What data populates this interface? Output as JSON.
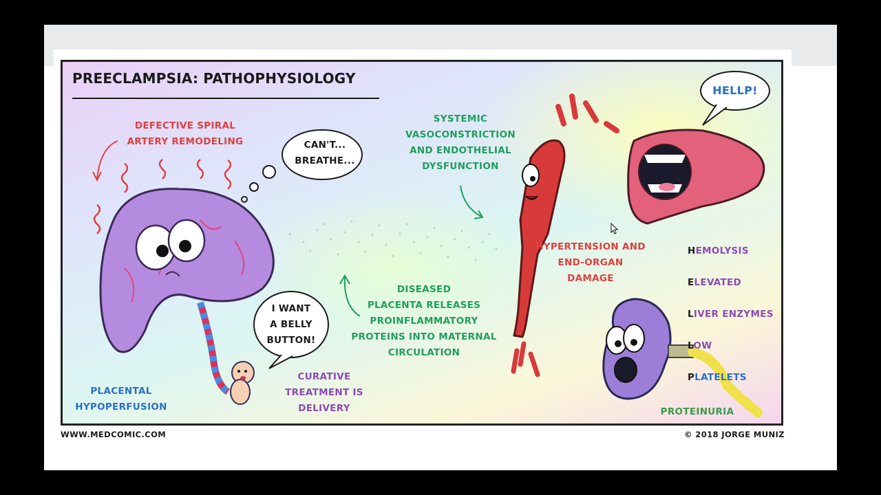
{
  "title": "PREECLAMPSIA: PATHOPHYSIOLOGY",
  "labels": {
    "spiral": "DEFECTIVE SPIRAL\nARTERY REMODELING",
    "cant_breathe": "CAN'T...\nBREATHE...",
    "systemic": "SYSTEMIC\nVASOCONSTRICTION\nAND ENDOTHELIAL\nDYSFUNCTION",
    "hellp_bubble": "HELLP!",
    "hypertension": "HYPERTENSION AND\nEND-ORGAN\nDAMAGE",
    "diseased": "DISEASED\nPLACENTA RELEASES\nPROINFLAMMATORY\nPROTEINS INTO MATERNAL\nCIRCULATION",
    "belly": "I WANT\nA BELLY\nBUTTON!",
    "curative": "CURATIVE\nTREATMENT IS\nDELIVERY",
    "placental": "PLACENTAL\nHYPOPERFUSION",
    "proteinuria": "PROTEINURIA"
  },
  "hellp_list": [
    {
      "initial": "H",
      "rest": "EMOLYSIS"
    },
    {
      "initial": "E",
      "rest": "LEVATED"
    },
    {
      "initial": "L",
      "rest": "IVER ENZYMES"
    },
    {
      "initial": "L",
      "rest": "OW"
    },
    {
      "initial": "P",
      "rest": "LATELETS"
    }
  ],
  "footer": {
    "website": "WWW.MEDCOMIC.COM",
    "copyright": "© 2018 JORGE MUNIZ"
  },
  "colors": {
    "red_text": "#e04040",
    "green_text": "#1f9e5e",
    "blue_text": "#2a6fc9",
    "purple_text": "#8b4bb8"
  },
  "icons": {
    "placenta": "placenta-illustration",
    "artery": "blood-vessel-illustration",
    "liver": "liver-illustration",
    "kidney": "kidney-illustration",
    "baby": "baby-illustration",
    "cursor": "mouse-cursor-icon"
  }
}
